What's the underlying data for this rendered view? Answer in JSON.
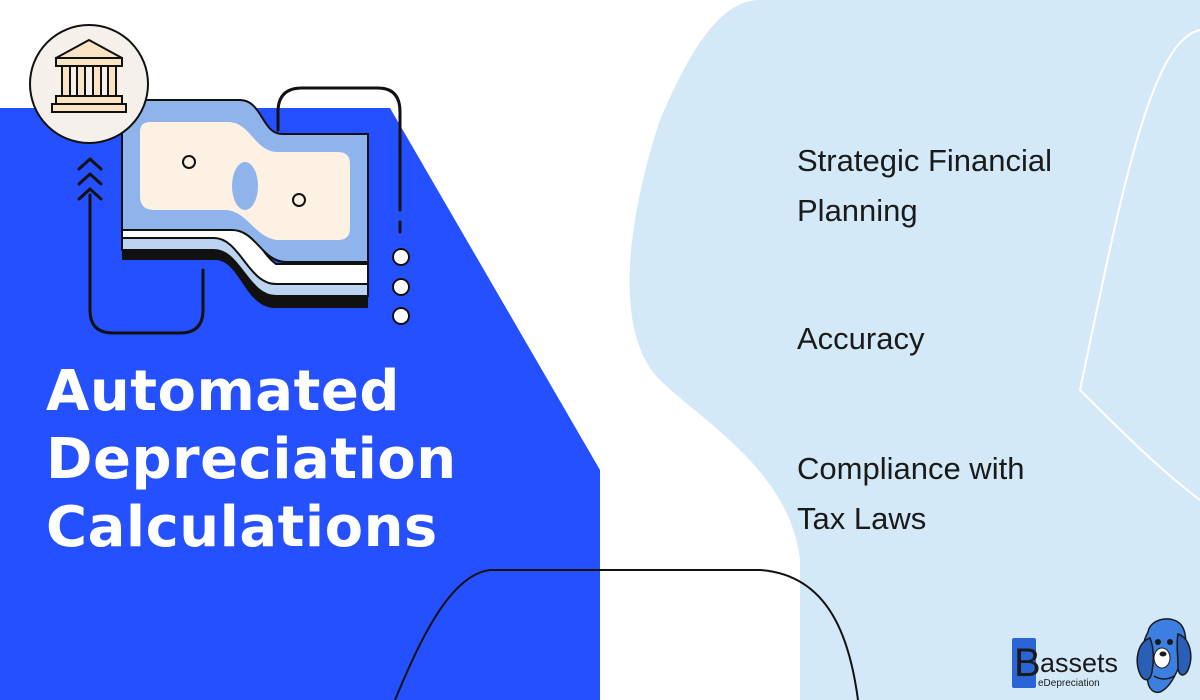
{
  "title_lines": [
    "Automated",
    "Depreciation",
    "Calculations"
  ],
  "points": [
    {
      "lines": [
        "Strategic Financial",
        "Planning"
      ]
    },
    {
      "lines": [
        "Accuracy"
      ]
    },
    {
      "lines": [
        "Compliance with",
        "Tax Laws"
      ]
    }
  ],
  "brand": {
    "initial": "B",
    "name_rest": "assets",
    "tagline": "eDepreciation"
  },
  "icons": [
    "bank-icon",
    "money-bill-icon",
    "up-arrows-icon",
    "basset-dog-icon"
  ],
  "colors": {
    "blue_panel": "#2450ff",
    "light_blue_panel": "#d3e9f8",
    "bill_blue": "#8fb4ec",
    "bill_cream": "#fcf1e3",
    "logo_blue": "#2a64d6"
  }
}
